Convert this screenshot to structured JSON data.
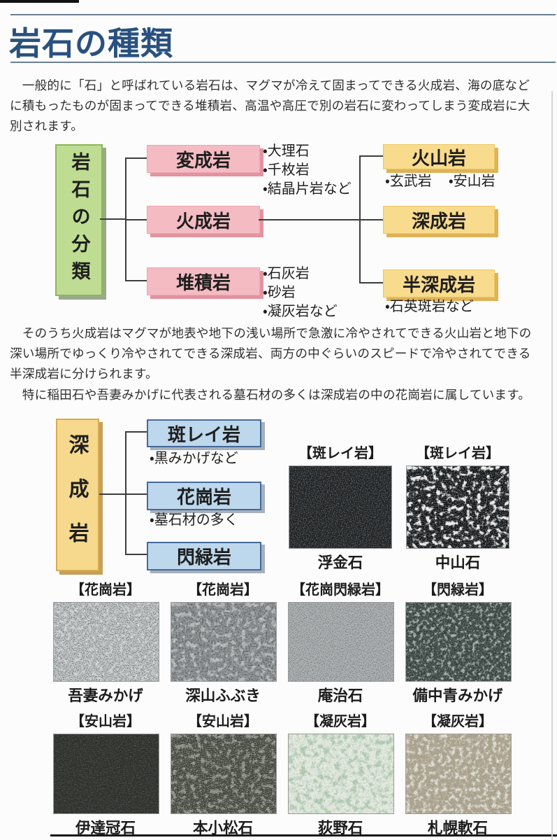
{
  "page": {
    "title": "岩石の種類",
    "paragraph1": "　一般的に「石」と呼ばれている岩石は、マグマが冷えて固まってできる火成岩、海の底など\nに積もったものが固まってできる堆積岩、高温や高圧で別の岩石に変わってしまう変成岩に大\n別されます。",
    "paragraph2": "　そのうち火成岩はマグマが地表や地下の浅い場所で急激に冷やされてできる火山岩と地下の\n深い場所でゆっくり冷やされてできる深成岩、両方の中ぐらいのスピードで冷やされてできる\n半深成岩に分けられます。",
    "paragraph3": "　特に稲田石や吾妻みかげに代表される墓石材の多くは深成岩の中の花崗岩に属しています。"
  },
  "classification": {
    "root": "岩石の分類",
    "branches": [
      {
        "label": "変成岩",
        "items": [
          "・大理石",
          "・千枚岩",
          "・結晶片岩など"
        ]
      },
      {
        "label": "火成岩",
        "items": []
      },
      {
        "label": "堆積岩",
        "items": [
          "・石灰岩",
          "・砂岩",
          "・凝灰岩など"
        ]
      }
    ],
    "igneous_branches": [
      {
        "label": "火山岩",
        "items": [
          "・玄武岩",
          "・安山岩"
        ]
      },
      {
        "label": "深成岩",
        "items": []
      },
      {
        "label": "半深成岩",
        "items": [
          "・石英斑岩など"
        ]
      }
    ]
  },
  "plutonic": {
    "root": "深成岩",
    "branches": [
      {
        "label": "斑レイ岩",
        "items": [
          "・黒みかげなど"
        ]
      },
      {
        "label": "花崗岩",
        "items": [
          "・墓石材の多く"
        ]
      },
      {
        "label": "閃緑岩",
        "items": []
      }
    ]
  },
  "gallery": {
    "rows": [
      {
        "cells": [
          {
            "category": "【斑レイ岩】",
            "name": "浮金石",
            "base": "#1b1e20",
            "texture": "gabbro-dark"
          },
          {
            "category": "【斑レイ岩】",
            "name": "中山石",
            "base": "#121517",
            "texture": "gabbro-speckled"
          }
        ]
      },
      {
        "cells": [
          {
            "category": "【花崗岩】",
            "name": "吾妻みかげ",
            "base": "#c9cdcd",
            "texture": "granite-light"
          },
          {
            "category": "【花崗岩】",
            "name": "深山ふぶき",
            "base": "#9b9fa0",
            "texture": "granite-medium"
          },
          {
            "category": "【花崗閃緑岩】",
            "name": "庵治石",
            "base": "#b2b6b7",
            "texture": "granite-fine"
          },
          {
            "category": "【閃緑岩】",
            "name": "備中青みかげ",
            "base": "#2f3c37",
            "texture": "diorite-blue"
          }
        ]
      },
      {
        "cells": [
          {
            "category": "【安山岩】",
            "name": "伊達冠石",
            "base": "#2c2e29",
            "texture": "andesite-dark"
          },
          {
            "category": "【安山岩】",
            "name": "本小松石",
            "base": "#43463c",
            "texture": "andesite-olive"
          },
          {
            "category": "【凝灰岩】",
            "name": "荻野石",
            "base": "#e4ebe0",
            "texture": "tuff-green"
          },
          {
            "category": "【凝灰岩】",
            "name": "札幌軟石",
            "base": "#b4ab95",
            "texture": "tuff-tan"
          }
        ]
      }
    ]
  },
  "colors": {
    "title_navy": "#29517f",
    "rule_blue_gray": "#6b8094",
    "classification_root_box": "#bedc92",
    "rock_type_box_pink": "#f4bbc3",
    "igneous_sub_box_yellow": "#f8db8d",
    "plutonic_root_box": "#f6d98c",
    "plutonic_sub_box_blue": "#bdd7ec"
  }
}
